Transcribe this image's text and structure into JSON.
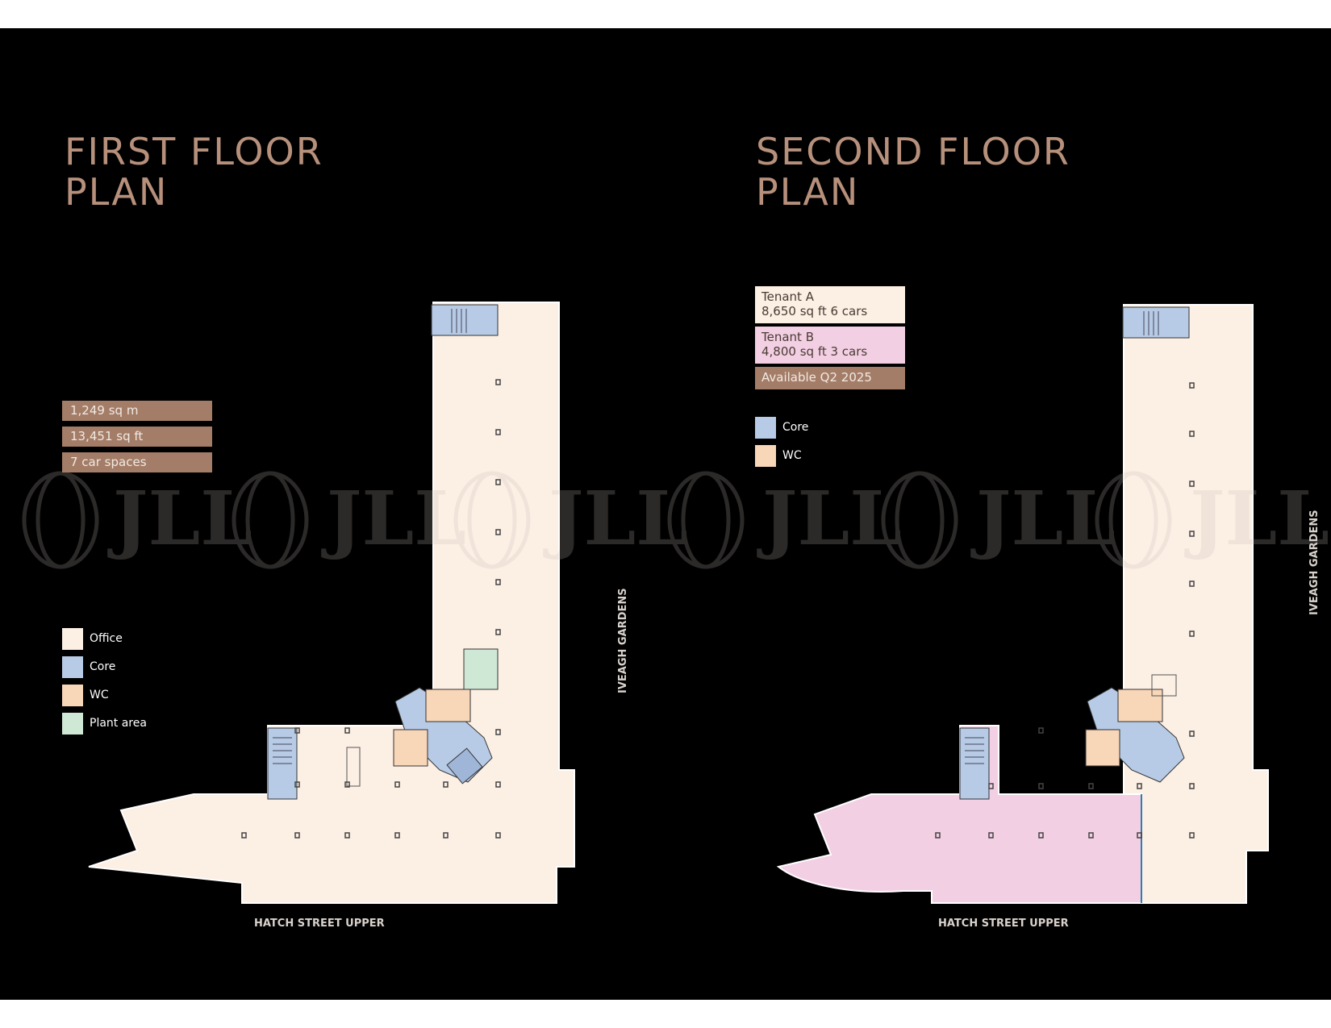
{
  "first_floor": {
    "title_line1": "FIRST FLOOR",
    "title_line2": "PLAN",
    "stats": [
      "1,249 sq m",
      "13,451 sq ft",
      "7 car spaces"
    ],
    "legend": [
      {
        "label": "Office",
        "color": "#fcefe4"
      },
      {
        "label": "Core",
        "color": "#b7cbe6"
      },
      {
        "label": "WC",
        "color": "#f8d6b8"
      },
      {
        "label": "Plant area",
        "color": "#cfe8d6"
      }
    ],
    "street_bottom": "HATCH STREET UPPER",
    "street_side": "IVEAGH GARDENS"
  },
  "second_floor": {
    "title_line1": "SECOND FLOOR",
    "title_line2": "PLAN",
    "tenants": [
      {
        "line1": "Tenant A",
        "line2": "8,650 sq ft 6 cars",
        "color": "#fcefe4"
      },
      {
        "line1": "Tenant B",
        "line2": "4,800 sq ft 3 cars",
        "color": "#f3cfe4"
      },
      {
        "line1": "Available Q2 2025",
        "color": "#a47d68"
      }
    ],
    "legend": [
      {
        "label": "Core",
        "color": "#b7cbe6"
      },
      {
        "label": "WC",
        "color": "#f8d6b8"
      }
    ],
    "street_bottom": "HATCH STREET UPPER",
    "street_side": "IVEAGH GARDENS"
  },
  "watermark": "JLL",
  "colors": {
    "background": "#000000",
    "title": "#b7907c",
    "office": "#fcefe4",
    "tenant_b": "#f3cfe4",
    "core": "#b7cbe6",
    "wc": "#f8d6b8",
    "plant": "#cfe8d6"
  }
}
